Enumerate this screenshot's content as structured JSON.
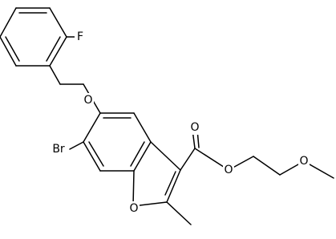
{
  "atoms": {
    "fluorine": "F",
    "ether_oxygen": "O",
    "bromine": "Br",
    "furan_oxygen": "O",
    "carbonyl_oxygen": "O",
    "ester_oxygen": "O",
    "methoxy_oxygen": "O"
  }
}
